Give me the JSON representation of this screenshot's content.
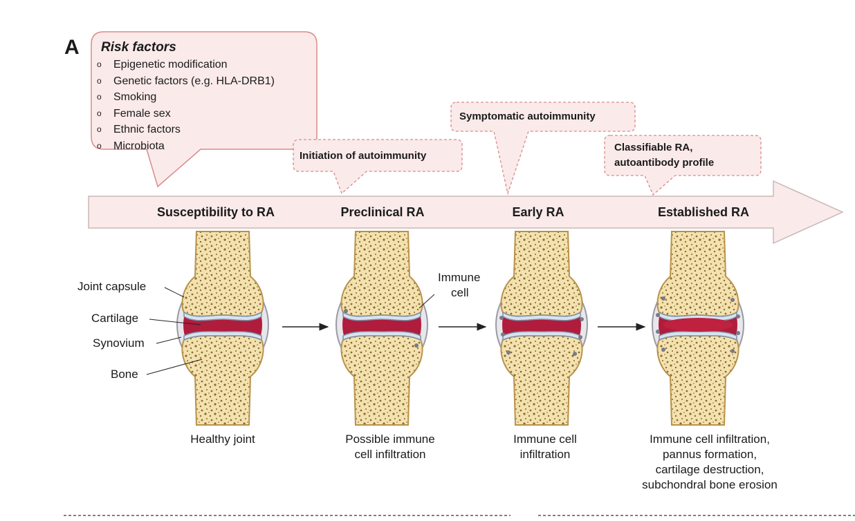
{
  "panel_letter": "A",
  "risk_factors": {
    "title": "Risk factors",
    "bullet": "o",
    "items": [
      "Epigenetic modification",
      "Genetic factors (e.g. HLA-DRB1)",
      "Smoking",
      "Female sex",
      "Ethnic factors",
      "Microbiota"
    ]
  },
  "callouts": {
    "initiation": "Initiation of autoimmunity",
    "symptomatic": "Symptomatic autoimmunity",
    "classifiable_line1": "Classifiable RA,",
    "classifiable_line2": "autoantibody profile"
  },
  "stages": [
    "Susceptibility to RA",
    "Preclinical RA",
    "Early RA",
    "Established RA"
  ],
  "joint_labels": {
    "capsule": "Joint capsule",
    "cartilage": "Cartilage",
    "synovium": "Synovium",
    "bone": "Bone",
    "immune_line1": "Immune",
    "immune_line2": "cell"
  },
  "captions": [
    [
      "Healthy joint"
    ],
    [
      "Possible immune",
      "cell infiltration"
    ],
    [
      "Immune cell",
      "infiltration"
    ],
    [
      "Immune cell infiltration,",
      "pannus formation,",
      "cartilage destruction,",
      "subchondral bone erosion"
    ]
  ],
  "colors": {
    "arrow_fill": "#fbeaea",
    "box_border": "#d98a8a",
    "bone_fill": "#f3e2b0",
    "bone_stroke": "#b8924a",
    "synovium": "#b01c3c",
    "capsule": "#b8b8c0",
    "cartilage": "#d7e3ef"
  }
}
